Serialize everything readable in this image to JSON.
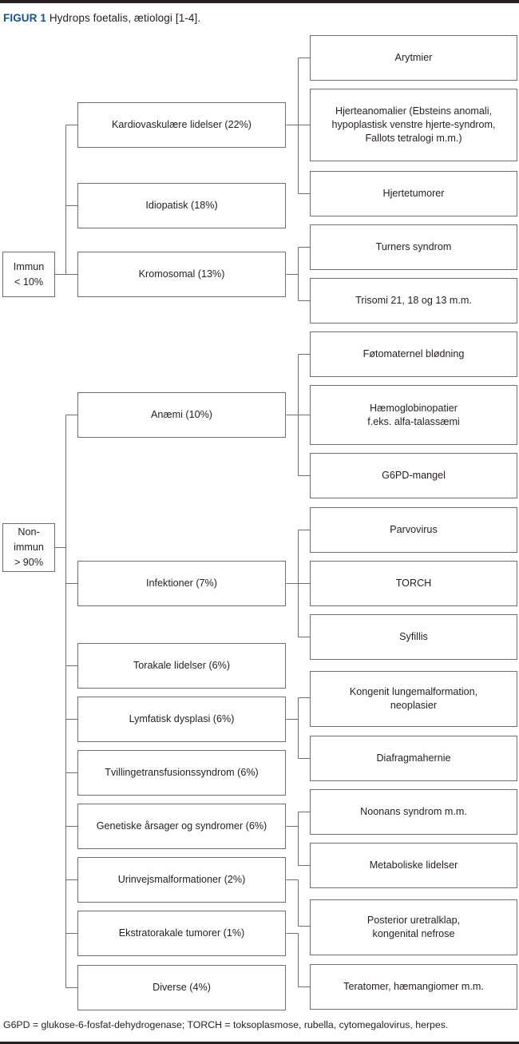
{
  "figure": {
    "label": "FIGUR 1",
    "title": " Hydrops foetalis, ætiologi [1-4].",
    "accent_color": "#17508f",
    "text_color": "#231f20",
    "border_color": "#6d6e71",
    "footnote": "G6PD = glukose-6-fosfat-dehydrogenase; TORCH = toksoplasmose, rubella, cytomegalovirus, herpes."
  },
  "roots": [
    {
      "id": "immun",
      "label": "Immun\n< 10%"
    },
    {
      "id": "nonimmun",
      "label": "Non-\nimmun\n> 90%"
    }
  ],
  "categories": [
    {
      "id": "kardiovaskulaere",
      "label": "Kardiovaskulære lidelser (22%)",
      "percent": "22%",
      "parent": "immun"
    },
    {
      "id": "idiopatisk",
      "label": "Idiopatisk (18%)",
      "percent": "18%",
      "parent": "immun"
    },
    {
      "id": "kromosomal",
      "label": "Kromosomal (13%)",
      "percent": "13%",
      "parent": "immun"
    },
    {
      "id": "anaemi",
      "label": "Anæmi (10%)",
      "percent": "10%",
      "parent": "nonimmun"
    },
    {
      "id": "infektioner",
      "label": "Infektioner (7%)",
      "percent": "7%",
      "parent": "nonimmun"
    },
    {
      "id": "torakale",
      "label": "Torakale lidelser (6%)",
      "percent": "6%",
      "parent": "nonimmun"
    },
    {
      "id": "lymfatisk",
      "label": "Lymfatisk dysplasi (6%)",
      "percent": "6%",
      "parent": "nonimmun"
    },
    {
      "id": "tvillinge",
      "label": "Tvillingetransfusionssyndrom (6%)",
      "percent": "6%",
      "parent": "nonimmun"
    },
    {
      "id": "genetiske",
      "label": "Genetiske årsager og syndromer (6%)",
      "percent": "6%",
      "parent": "nonimmun"
    },
    {
      "id": "urinvejs",
      "label": "Urinvejsmalformationer (2%)",
      "percent": "2%",
      "parent": "nonimmun"
    },
    {
      "id": "ekstratorakale",
      "label": "Ekstratorakale tumorer (1%)",
      "percent": "1%",
      "parent": "nonimmun"
    },
    {
      "id": "diverse",
      "label": "Diverse (4%)",
      "percent": "4%",
      "parent": "nonimmun"
    }
  ],
  "details": [
    {
      "id": "arytmier",
      "label": "Arytmier",
      "parent": "kardiovaskulaere"
    },
    {
      "id": "hjerteanomalier",
      "label": "Hjerteanomalier (Ebsteins anomali,\nhypoplastisk venstre hjerte-syndrom,\nFallots tetralogi m.m.)",
      "parent": "kardiovaskulaere"
    },
    {
      "id": "hjertetumorer",
      "label": "Hjertetumorer",
      "parent": "kardiovaskulaere"
    },
    {
      "id": "turners",
      "label": "Turners syndrom",
      "parent": "kromosomal"
    },
    {
      "id": "trisomi",
      "label": "Trisomi 21, 18 og 13 m.m.",
      "parent": "kromosomal"
    },
    {
      "id": "foetomaternel",
      "label": "Føtomaternel blødning",
      "parent": "anaemi"
    },
    {
      "id": "haemoglobinopatier",
      "label": "Hæmoglobinopatier\nf.eks. alfa-talassæmi",
      "parent": "anaemi"
    },
    {
      "id": "g6pd",
      "label": "G6PD-mangel",
      "parent": "anaemi"
    },
    {
      "id": "parvovirus",
      "label": "Parvovirus",
      "parent": "infektioner"
    },
    {
      "id": "torch",
      "label": "TORCH",
      "parent": "infektioner"
    },
    {
      "id": "syfillis",
      "label": "Syfillis",
      "parent": "infektioner"
    },
    {
      "id": "kongenit",
      "label": "Kongenit lungemalformation,\nneoplasier",
      "parent": "lymfatisk"
    },
    {
      "id": "diafragmahernie",
      "label": "Diafragmahernie",
      "parent": "lymfatisk"
    },
    {
      "id": "noonans",
      "label": "Noonans syndrom m.m.",
      "parent": "genetiske"
    },
    {
      "id": "metaboliske",
      "label": "Metaboliske lidelser",
      "parent": "genetiske"
    },
    {
      "id": "posterior",
      "label": "Posterior uretralklap,\nkongenital nefrose",
      "parent": "urinvejs"
    },
    {
      "id": "teratomer",
      "label": "Teratomer, hæmangiomer m.m.",
      "parent": "ekstratorakale"
    }
  ]
}
